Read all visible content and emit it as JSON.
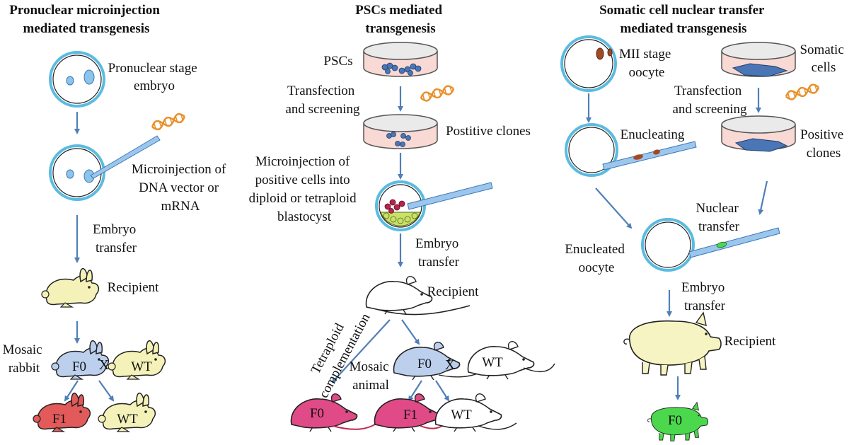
{
  "columns": {
    "pronuclear": {
      "title_lines": [
        "Pronuclear microinjection",
        "mediated transgenesis"
      ],
      "pronuclear_stage": [
        "Pronuclear stage",
        "embryo"
      ],
      "microinjection": [
        "Microinjection of",
        "DNA vector or",
        "mRNA"
      ],
      "embryo_transfer": [
        "Embryo",
        "transfer"
      ],
      "recipient": "Recipient",
      "mosaic": [
        "Mosaic",
        "rabbit"
      ],
      "f0": "F0",
      "wt_cross": "WT",
      "cross_mark": "X",
      "f1": "F1",
      "wt_offspring": "WT"
    },
    "pscs": {
      "title_lines": [
        "PSCs mediated",
        "transgenesis"
      ],
      "pscs": "PSCs",
      "transfection": [
        "Transfection",
        "and screening"
      ],
      "positive_clones": "Postitive clones",
      "microinjection": [
        "Microinjection of",
        "positive cells into",
        "diploid or tetraploid",
        "blastocyst"
      ],
      "embryo_transfer": [
        "Embryo",
        "transfer"
      ],
      "recipient": "Recipient",
      "tetraploid": [
        "Tetraploid",
        "complementation"
      ],
      "mosaic": [
        "Mosaic",
        "animal"
      ],
      "f0_cross": "F0",
      "wt_cross": "WT",
      "cross_mark": "X",
      "f0_tetra": "F0",
      "f1": "F1",
      "wt_offspring": "WT"
    },
    "scnt": {
      "title_lines": [
        "Somatic cell nuclear transfer",
        "mediated transgenesis"
      ],
      "oocyte": [
        "MII stage",
        "oocyte"
      ],
      "somatic": [
        "Somatic",
        "cells"
      ],
      "transfection": [
        "Transfection",
        "and screening"
      ],
      "enucleating": "Enucleating",
      "positive_clones": [
        "Positive",
        "clones"
      ],
      "nuclear_transfer": [
        "Nuclear",
        "transfer"
      ],
      "enucleated": [
        "Enucleated",
        "oocyte"
      ],
      "embryo_transfer": [
        "Embryo",
        "transfer"
      ],
      "recipient": "Recipient",
      "f0": "F0"
    }
  },
  "colors": {
    "arrow": "#4f7fb8",
    "cell_ring": "#5bbbe0",
    "dish_fill": "#f8d9d3",
    "cell_cluster": "#4a76b5",
    "dna": "#e8902a",
    "rabbit_cream": "#f4f2b8",
    "rabbit_blue": "#bcd0ee",
    "rabbit_red": "#e35a5a",
    "mouse_pink": "#e04a86",
    "pig_cream": "#f6f4c2",
    "pig_green": "#4cd84c",
    "nucleus_brown": "#a34a24",
    "pipette": "#9cc6ec"
  },
  "icons": {
    "dna": "dna-strand-icon",
    "rabbit": "rabbit-icon",
    "mouse": "mouse-icon",
    "pig": "pig-icon",
    "dish": "petri-dish-icon",
    "cell": "cell-icon",
    "pipette": "micropipette-icon"
  }
}
